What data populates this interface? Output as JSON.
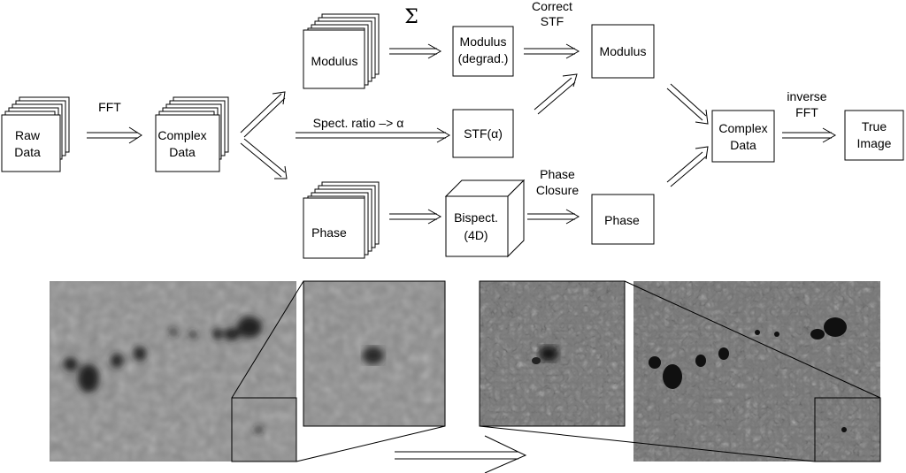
{
  "diagram": {
    "raw_data": [
      "Raw",
      "Data"
    ],
    "fft": "FFT",
    "complex_data_left": [
      "Complex",
      "Data"
    ],
    "sigma": "Σ",
    "modulus_stack": "Modulus",
    "modulus_degrad": [
      "Modulus",
      "(degrad.)"
    ],
    "correct_stf": [
      "Correct",
      "STF"
    ],
    "modulus_out": "Modulus",
    "spect_ratio": "Spect. ratio –> α",
    "stf_alpha": "STF(α)",
    "phase_stack": "Phase",
    "bispect": [
      "Bispect.",
      "(4D)"
    ],
    "phase_closure": [
      "Phase",
      "Closure"
    ],
    "phase_out": "Phase",
    "complex_data_right": [
      "Complex",
      "Data"
    ],
    "inverse_fft": [
      "inverse",
      "FFT"
    ],
    "true_image": [
      "True",
      "Image"
    ]
  },
  "images": {
    "tone_raw": "#8a8a8a",
    "tone_reconstructed": "#7a7a7a"
  }
}
